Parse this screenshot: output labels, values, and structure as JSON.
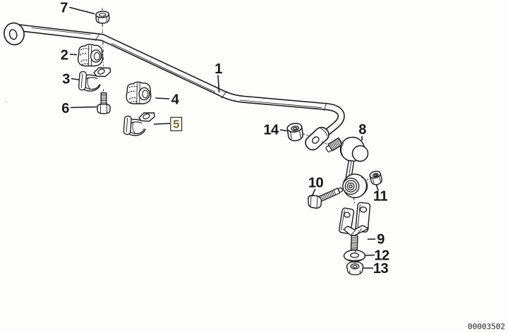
{
  "figure": {
    "part_labels": {
      "p1": "1",
      "p2": "2",
      "p3": "3",
      "p4": "4",
      "p5": "5",
      "p6": "6",
      "p7": "7",
      "p8": "8",
      "p9": "9",
      "p10": "10",
      "p11": "11",
      "p12": "12",
      "p13": "13",
      "p14": "14"
    },
    "highlighted_part_label": "5",
    "doc_number": "00003502",
    "colors": {
      "highlight_fill": "#ece74b",
      "highlight_digit": "#7c751b",
      "ink": "#1a1a1a",
      "paper": "#fdfdfc"
    }
  }
}
